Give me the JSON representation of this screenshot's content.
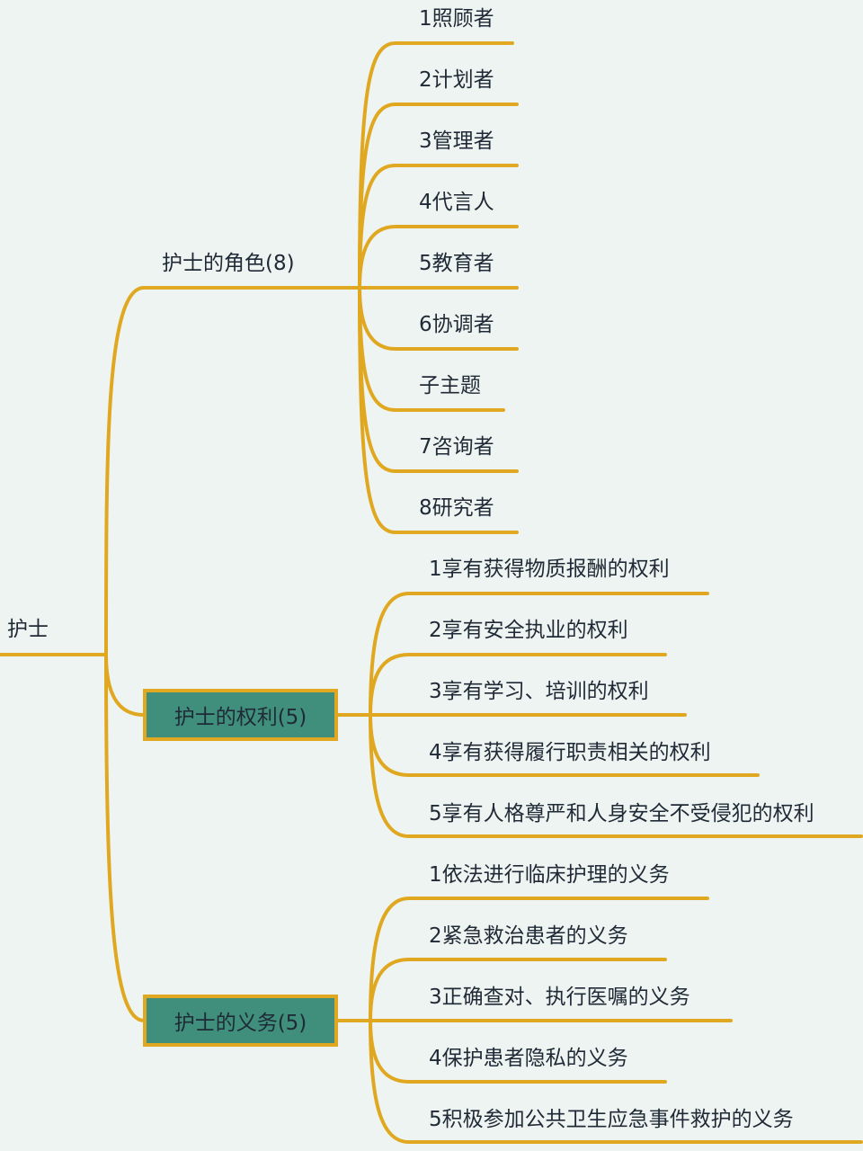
{
  "root": {
    "label": "护士"
  },
  "branches": [
    {
      "label": "护士的角色(8)",
      "items": [
        "1照顾者",
        "2计划者",
        "3管理者",
        "4代言人",
        "5教育者",
        "6协调者",
        "子主题",
        "7咨询者",
        "8研究者"
      ]
    },
    {
      "label": "护士的权利(5)",
      "items": [
        "1享有获得物质报酬的权利",
        "2享有安全执业的权利",
        "3享有学习、培训的权利",
        "4享有获得履行职责相关的权利",
        "5享有人格尊严和人身安全不受侵犯的权利"
      ]
    },
    {
      "label": "护士的义务(5)",
      "items": [
        "1依法进行临床护理的义务",
        "2紧急救治患者的义务",
        "3正确查对、执行医嘱的义务",
        "4保护患者隐私的义务",
        "5积极参加公共卫生应急事件救护的义务"
      ]
    }
  ],
  "colors": {
    "connector": "#e0a820",
    "highlight_box": "#3f8f7c",
    "background": "#eef4f1"
  }
}
